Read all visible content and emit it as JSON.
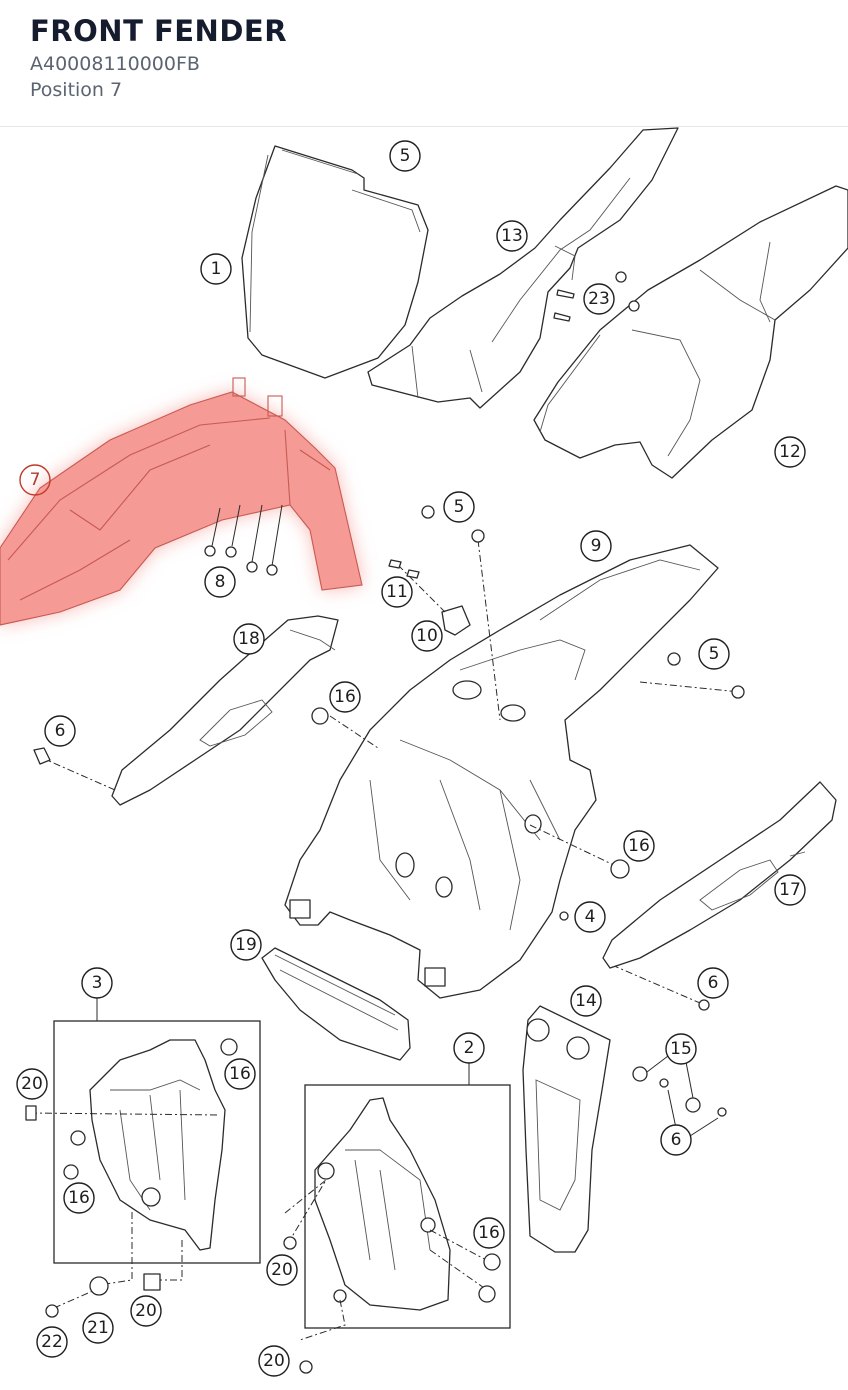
{
  "header": {
    "title": "FRONT FENDER",
    "part_number": "A40008110000FB",
    "position": "Position 7"
  },
  "colors": {
    "highlight": "#f59a94",
    "line": "#2b2b2b",
    "title": "#141c2e",
    "subtitle": "#5b6472"
  },
  "diagram": {
    "highlighted_part": "7",
    "callouts": [
      "5",
      "13",
      "1",
      "23",
      "12",
      "7",
      "5",
      "9",
      "8",
      "11",
      "10",
      "18",
      "5",
      "16",
      "6",
      "16",
      "17",
      "4",
      "19",
      "6",
      "3",
      "14",
      "2",
      "15",
      "20",
      "16",
      "6",
      "16",
      "16",
      "20",
      "20",
      "21",
      "22",
      "20"
    ]
  }
}
